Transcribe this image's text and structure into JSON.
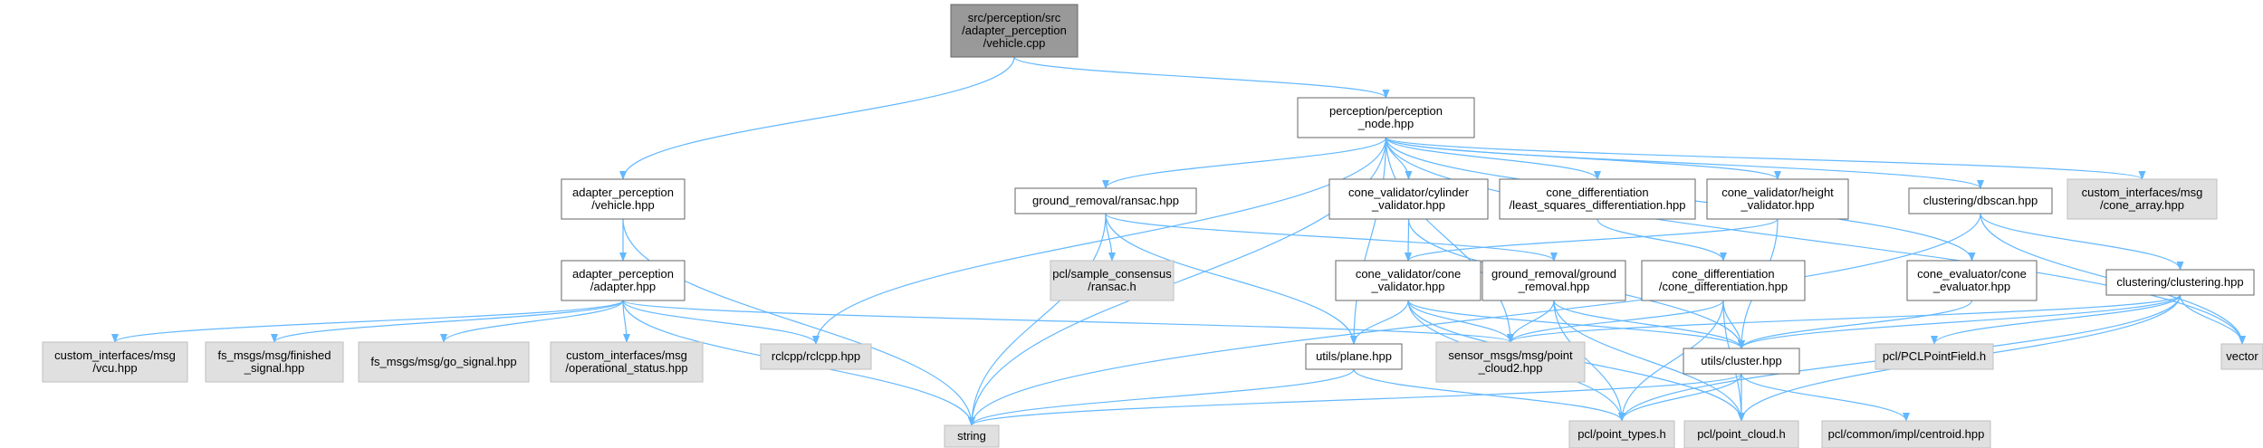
{
  "colors": {
    "edge": "#63B8FF",
    "root_fill": "#999999",
    "node_fill": "#FFFFFF",
    "external_fill": "#E0E0E0",
    "border": "#666666"
  },
  "nodes": [
    {
      "id": "vehicle_cpp",
      "kind": "root",
      "lines": [
        "src/perception/src",
        "/adapter_perception",
        "/vehicle.cpp"
      ]
    },
    {
      "id": "perception_node_hpp",
      "kind": "file",
      "lines": [
        "perception/perception",
        "_node.hpp"
      ]
    },
    {
      "id": "adapter_vehicle_hpp",
      "kind": "file",
      "lines": [
        "adapter_perception",
        "/vehicle.hpp"
      ]
    },
    {
      "id": "adapter_adapter_hpp",
      "kind": "file",
      "lines": [
        "adapter_perception",
        "/adapter.hpp"
      ]
    },
    {
      "id": "custom_vcu",
      "kind": "external",
      "lines": [
        "custom_interfaces/msg",
        "/vcu.hpp"
      ]
    },
    {
      "id": "fs_finished",
      "kind": "external",
      "lines": [
        "fs_msgs/msg/finished",
        "_signal.hpp"
      ]
    },
    {
      "id": "fs_go",
      "kind": "external",
      "lines": [
        "fs_msgs/msg/go_signal.hpp"
      ]
    },
    {
      "id": "custom_operational",
      "kind": "external",
      "lines": [
        "custom_interfaces/msg",
        "/operational_status.hpp"
      ]
    },
    {
      "id": "rclcpp",
      "kind": "external",
      "lines": [
        "rclcpp/rclcpp.hpp"
      ]
    },
    {
      "id": "string",
      "kind": "external",
      "lines": [
        "string"
      ]
    },
    {
      "id": "ransac_hpp",
      "kind": "file",
      "lines": [
        "ground_removal/ransac.hpp"
      ]
    },
    {
      "id": "pcl_sample",
      "kind": "external",
      "lines": [
        "pcl/sample_consensus",
        "/ransac.h"
      ]
    },
    {
      "id": "cylinder_hpp",
      "kind": "file",
      "lines": [
        "cone_validator/cylinder",
        "_validator.hpp"
      ]
    },
    {
      "id": "least_squares_hpp",
      "kind": "file",
      "lines": [
        "cone_differentiation",
        "/least_squares_differentiation.hpp"
      ]
    },
    {
      "id": "height_hpp",
      "kind": "file",
      "lines": [
        "cone_validator/height",
        "_validator.hpp"
      ]
    },
    {
      "id": "dbscan_hpp",
      "kind": "file",
      "lines": [
        "clustering/dbscan.hpp"
      ]
    },
    {
      "id": "custom_cone_array",
      "kind": "external",
      "lines": [
        "custom_interfaces/msg",
        "/cone_array.hpp"
      ]
    },
    {
      "id": "cone_validator_hpp",
      "kind": "file",
      "lines": [
        "cone_validator/cone",
        "_validator.hpp"
      ]
    },
    {
      "id": "ground_removal_hpp",
      "kind": "file",
      "lines": [
        "ground_removal/ground",
        "_removal.hpp"
      ]
    },
    {
      "id": "cone_diff_hpp",
      "kind": "file",
      "lines": [
        "cone_differentiation",
        "/cone_differentiation.hpp"
      ]
    },
    {
      "id": "cone_evaluator_hpp",
      "kind": "file",
      "lines": [
        "cone_evaluator/cone",
        "_evaluator.hpp"
      ]
    },
    {
      "id": "clustering_hpp",
      "kind": "file",
      "lines": [
        "clustering/clustering.hpp"
      ]
    },
    {
      "id": "vector",
      "kind": "external",
      "lines": [
        "vector"
      ]
    },
    {
      "id": "plane_hpp",
      "kind": "file",
      "lines": [
        "utils/plane.hpp"
      ]
    },
    {
      "id": "sensor_pc2",
      "kind": "external",
      "lines": [
        "sensor_msgs/msg/point",
        "_cloud2.hpp"
      ]
    },
    {
      "id": "cluster_hpp",
      "kind": "file",
      "lines": [
        "utils/cluster.hpp"
      ]
    },
    {
      "id": "pcl_field",
      "kind": "external",
      "lines": [
        "pcl/PCLPointField.h"
      ]
    },
    {
      "id": "pcl_types",
      "kind": "external",
      "lines": [
        "pcl/point_types.h"
      ]
    },
    {
      "id": "pcl_cloud",
      "kind": "external",
      "lines": [
        "pcl/point_cloud.h"
      ]
    },
    {
      "id": "pcl_centroid",
      "kind": "external",
      "lines": [
        "pcl/common/impl/centroid.hpp"
      ]
    }
  ],
  "edges": [
    [
      "vehicle_cpp",
      "perception_node_hpp"
    ],
    [
      "vehicle_cpp",
      "adapter_vehicle_hpp"
    ],
    [
      "adapter_vehicle_hpp",
      "adapter_adapter_hpp"
    ],
    [
      "adapter_vehicle_hpp",
      "string"
    ],
    [
      "adapter_adapter_hpp",
      "custom_vcu"
    ],
    [
      "adapter_adapter_hpp",
      "fs_finished"
    ],
    [
      "adapter_adapter_hpp",
      "fs_go"
    ],
    [
      "adapter_adapter_hpp",
      "custom_operational"
    ],
    [
      "adapter_adapter_hpp",
      "rclcpp"
    ],
    [
      "adapter_adapter_hpp",
      "sensor_pc2"
    ],
    [
      "adapter_adapter_hpp",
      "string"
    ],
    [
      "perception_node_hpp",
      "rclcpp"
    ],
    [
      "perception_node_hpp",
      "string"
    ],
    [
      "perception_node_hpp",
      "ransac_hpp"
    ],
    [
      "perception_node_hpp",
      "cylinder_hpp"
    ],
    [
      "perception_node_hpp",
      "least_squares_hpp"
    ],
    [
      "perception_node_hpp",
      "height_hpp"
    ],
    [
      "perception_node_hpp",
      "dbscan_hpp"
    ],
    [
      "perception_node_hpp",
      "custom_cone_array"
    ],
    [
      "perception_node_hpp",
      "vector"
    ],
    [
      "perception_node_hpp",
      "plane_hpp"
    ],
    [
      "perception_node_hpp",
      "sensor_pc2"
    ],
    [
      "perception_node_hpp",
      "cone_evaluator_hpp"
    ],
    [
      "ransac_hpp",
      "pcl_sample"
    ],
    [
      "ransac_hpp",
      "string"
    ],
    [
      "ransac_hpp",
      "plane_hpp"
    ],
    [
      "ransac_hpp",
      "ground_removal_hpp"
    ],
    [
      "cylinder_hpp",
      "cone_validator_hpp"
    ],
    [
      "cylinder_hpp",
      "cluster_hpp"
    ],
    [
      "least_squares_hpp",
      "cone_diff_hpp"
    ],
    [
      "height_hpp",
      "cone_validator_hpp"
    ],
    [
      "height_hpp",
      "cluster_hpp"
    ],
    [
      "dbscan_hpp",
      "clustering_hpp"
    ],
    [
      "dbscan_hpp",
      "string"
    ],
    [
      "dbscan_hpp",
      "vector"
    ],
    [
      "cone_validator_hpp",
      "plane_hpp"
    ],
    [
      "cone_validator_hpp",
      "sensor_pc2"
    ],
    [
      "cone_validator_hpp",
      "cluster_hpp"
    ],
    [
      "cone_validator_hpp",
      "pcl_types"
    ],
    [
      "cone_validator_hpp",
      "pcl_cloud"
    ],
    [
      "ground_removal_hpp",
      "sensor_pc2"
    ],
    [
      "ground_removal_hpp",
      "cluster_hpp"
    ],
    [
      "ground_removal_hpp",
      "pcl_types"
    ],
    [
      "ground_removal_hpp",
      "pcl_cloud"
    ],
    [
      "cone_diff_hpp",
      "sensor_pc2"
    ],
    [
      "cone_diff_hpp",
      "cluster_hpp"
    ],
    [
      "cone_diff_hpp",
      "pcl_types"
    ],
    [
      "cone_diff_hpp",
      "pcl_cloud"
    ],
    [
      "cone_evaluator_hpp",
      "cluster_hpp"
    ],
    [
      "clustering_hpp",
      "cluster_hpp"
    ],
    [
      "clustering_hpp",
      "sensor_pc2"
    ],
    [
      "clustering_hpp",
      "pcl_field"
    ],
    [
      "clustering_hpp",
      "vector"
    ],
    [
      "clustering_hpp",
      "pcl_types"
    ],
    [
      "clustering_hpp",
      "pcl_cloud"
    ],
    [
      "plane_hpp",
      "string"
    ],
    [
      "plane_hpp",
      "pcl_types"
    ],
    [
      "cluster_hpp",
      "string"
    ],
    [
      "cluster_hpp",
      "pcl_types"
    ],
    [
      "cluster_hpp",
      "pcl_cloud"
    ],
    [
      "cluster_hpp",
      "pcl_centroid"
    ]
  ]
}
